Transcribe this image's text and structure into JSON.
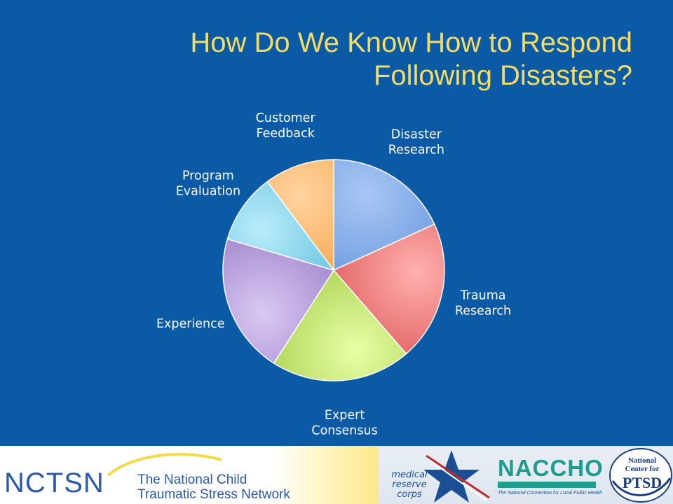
{
  "slide": {
    "title_line1": "How Do We Know How to Respond",
    "title_line2": "Following Disasters?"
  },
  "chart_data": {
    "type": "pie",
    "title": "",
    "start_angle_deg": 0,
    "direction": "clockwise",
    "slices": [
      {
        "label_line1": "Disaster",
        "label_line2": "Research",
        "value": 16,
        "color": "#5b8fd8",
        "gradient_light": "#a9c6f5"
      },
      {
        "label_line1": "Trauma",
        "label_line2": "Research",
        "value": 18,
        "color": "#d84a4a",
        "gradient_light": "#ffb0b0"
      },
      {
        "label_line1": "Expert",
        "label_line2": "Consensus",
        "value": 18,
        "color": "#9bc63d",
        "gradient_light": "#e8ffa6"
      },
      {
        "label_line1": "Experience",
        "label_line2": "",
        "value": 18,
        "color": "#8f6fc0",
        "gradient_light": "#d9c9f2"
      },
      {
        "label_line1": "Program",
        "label_line2": "Evaluation",
        "value": 9,
        "color": "#4ab4d6",
        "gradient_light": "#b9ecfb"
      },
      {
        "label_line1": "Customer",
        "label_line2": "Feedback",
        "value": 9,
        "color": "#f59a36",
        "gradient_light": "#ffd3a0"
      }
    ]
  },
  "footer": {
    "nctsn": {
      "acronym": "NCTSN",
      "name_line1": "The National Child",
      "name_line2": "Traumatic Stress Network"
    },
    "mrc": {
      "line1": "medical",
      "line2": "reserve",
      "line3": "corps"
    },
    "naccho": {
      "name": "NACCHO",
      "tagline": "The National Connection for Local Public Health"
    },
    "ptsd": {
      "line1": "National",
      "line2": "Center for",
      "big": "PTSD"
    }
  }
}
